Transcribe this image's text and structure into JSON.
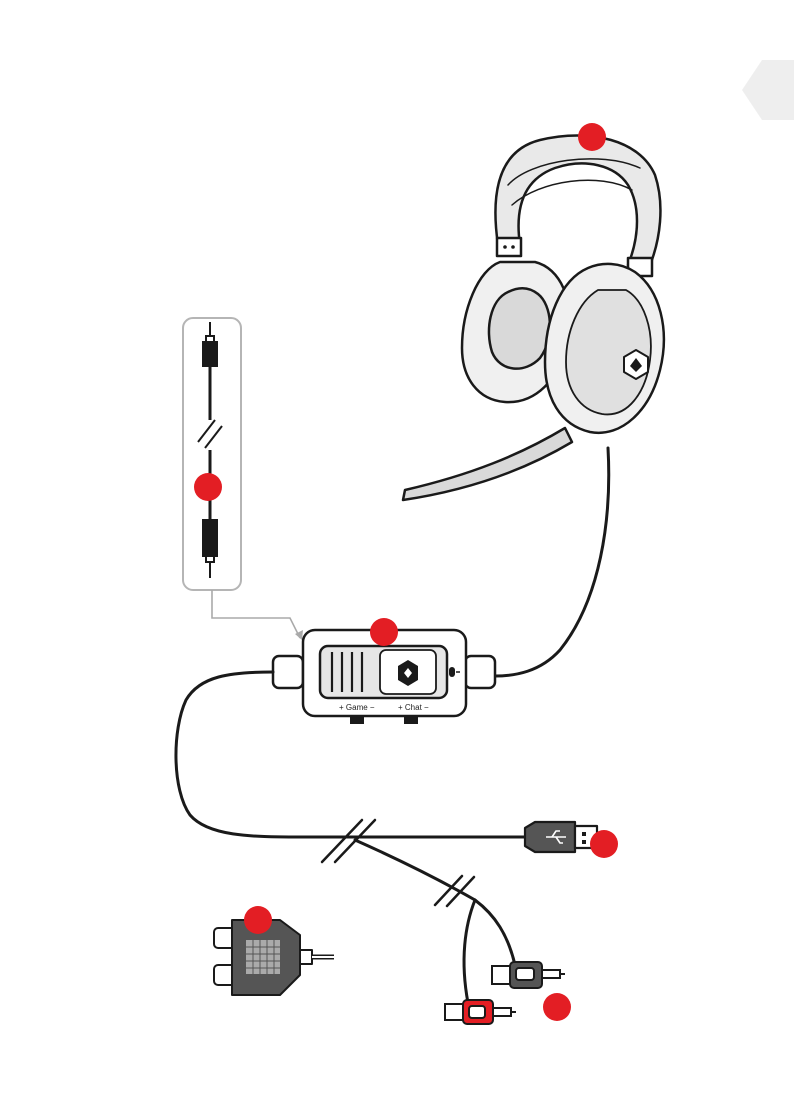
{
  "controller": {
    "game_label": "+ Game −",
    "chat_label": "+ Chat −",
    "mic_icon": "microphone-icon",
    "logo_icon": "hexagon-logo-icon"
  },
  "callouts": {
    "color": "#e31e24",
    "items": [
      {
        "name": "callout-headset"
      },
      {
        "name": "callout-extension-cable"
      },
      {
        "name": "callout-controller"
      },
      {
        "name": "callout-usb-plug"
      },
      {
        "name": "callout-splitter-adapter"
      },
      {
        "name": "callout-rca-plugs"
      }
    ]
  },
  "colors": {
    "outline": "#1a1a1a",
    "light_fill": "#f0f0f0",
    "mid_fill": "#d9d9d9",
    "dark_fill": "#555555",
    "tab_fill": "#eeeeee",
    "rca_red": "#e31e24"
  }
}
